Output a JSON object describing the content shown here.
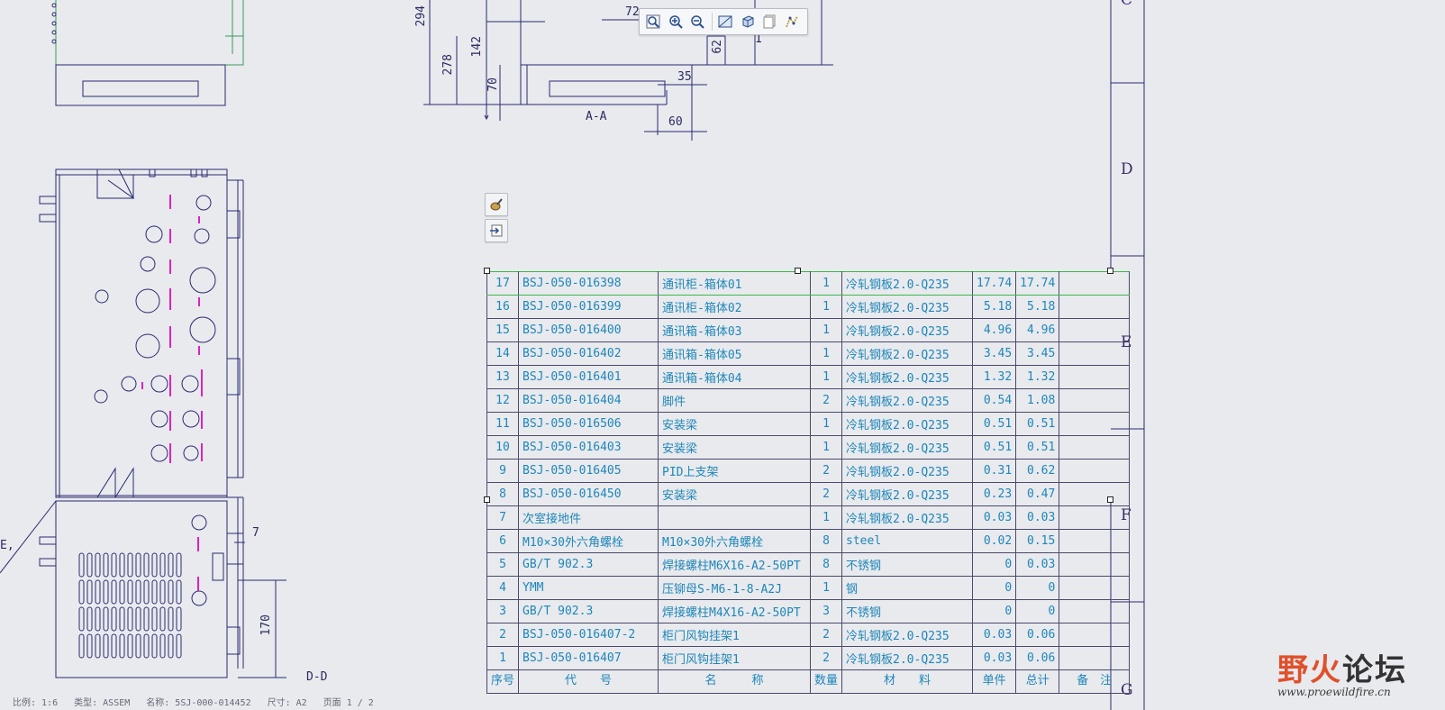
{
  "view_labels": {
    "section_aa": "A-A",
    "section_dd": "D-D"
  },
  "dimensions": {
    "d294": "294",
    "d278": "278",
    "d142": "142",
    "d70": "70",
    "d72": "72",
    "d62": "62",
    "d35": "35",
    "d60": "60",
    "d7": "7",
    "d170": "170",
    "d1": "1"
  },
  "left_edge_char": "E,",
  "zones": [
    "C",
    "D",
    "E",
    "F",
    "G"
  ],
  "footer": {
    "scale": "比例: 1:6",
    "type": "类型: ASSEM",
    "name": "名称: 5SJ-000-014452",
    "size": "尺寸: A2",
    "page": "页面 1 / 2"
  },
  "toolbar": {
    "items": [
      "zoom-fit-icon",
      "zoom-in-icon",
      "zoom-out-icon",
      "fit-sheet-icon",
      "view-3d-icon",
      "pages-icon",
      "sketch-icon"
    ]
  },
  "bom": {
    "rows": [
      [
        "17",
        "BSJ-050-016398",
        "通讯柜-箱体01",
        "1",
        "冷轧钢板2.0-Q235",
        "17.74",
        "17.74",
        ""
      ],
      [
        "16",
        "BSJ-050-016399",
        "通讯柜-箱体02",
        "1",
        "冷轧钢板2.0-Q235",
        "5.18",
        "5.18",
        ""
      ],
      [
        "15",
        "BSJ-050-016400",
        "通讯箱-箱体03",
        "1",
        "冷轧钢板2.0-Q235",
        "4.96",
        "4.96",
        ""
      ],
      [
        "14",
        "BSJ-050-016402",
        "通讯箱-箱体05",
        "1",
        "冷轧钢板2.0-Q235",
        "3.45",
        "3.45",
        ""
      ],
      [
        "13",
        "BSJ-050-016401",
        "通讯箱-箱体04",
        "1",
        "冷轧钢板2.0-Q235",
        "1.32",
        "1.32",
        ""
      ],
      [
        "12",
        "BSJ-050-016404",
        "脚件",
        "2",
        "冷轧钢板2.0-Q235",
        "0.54",
        "1.08",
        ""
      ],
      [
        "11",
        "BSJ-050-016506",
        "安装梁",
        "1",
        "冷轧钢板2.0-Q235",
        "0.51",
        "0.51",
        ""
      ],
      [
        "10",
        "BSJ-050-016403",
        "安装梁",
        "1",
        "冷轧钢板2.0-Q235",
        "0.51",
        "0.51",
        ""
      ],
      [
        "9",
        "BSJ-050-016405",
        "PID上支架",
        "2",
        "冷轧钢板2.0-Q235",
        "0.31",
        "0.62",
        ""
      ],
      [
        "8",
        "BSJ-050-016450",
        "安装梁",
        "2",
        "冷轧钢板2.0-Q235",
        "0.23",
        "0.47",
        ""
      ],
      [
        "7",
        "次室接地件",
        "",
        "1",
        "冷轧钢板2.0-Q235",
        "0.03",
        "0.03",
        ""
      ],
      [
        "6",
        "M10×30外六角螺栓",
        "M10×30外六角螺栓",
        "8",
        "steel",
        "0.02",
        "0.15",
        ""
      ],
      [
        "5",
        "GB/T 902.3",
        "焊接螺柱M6X16-A2-50PT",
        "8",
        "不锈钢",
        "0",
        "0.03",
        ""
      ],
      [
        "4",
        "YMM",
        "压铆母S-M6-1-8-A2J",
        "1",
        "钢",
        "0",
        "0",
        ""
      ],
      [
        "3",
        "GB/T 902.3",
        "焊接螺柱M4X16-A2-50PT",
        "3",
        "不锈钢",
        "0",
        "0",
        ""
      ],
      [
        "2",
        "BSJ-050-016407-2",
        "柜门风钩挂架1",
        "2",
        "冷轧钢板2.0-Q235",
        "0.03",
        "0.06",
        ""
      ],
      [
        "1",
        "BSJ-050-016407",
        "柜门风钩挂架1",
        "2",
        "冷轧钢板2.0-Q235",
        "0.03",
        "0.06",
        ""
      ]
    ],
    "header": [
      "序号",
      "代　　号",
      "名　　　称",
      "数量",
      "材　　料",
      "单件",
      "总计",
      "备　注"
    ]
  },
  "watermark": {
    "title_a": "野火",
    "title_b": "论坛",
    "url": "www.proewildfire.cn"
  },
  "colors": {
    "line": "#2a2a60",
    "table_text": "#1f86b8",
    "magenta": "#e020c0",
    "green": "#3db84a"
  }
}
